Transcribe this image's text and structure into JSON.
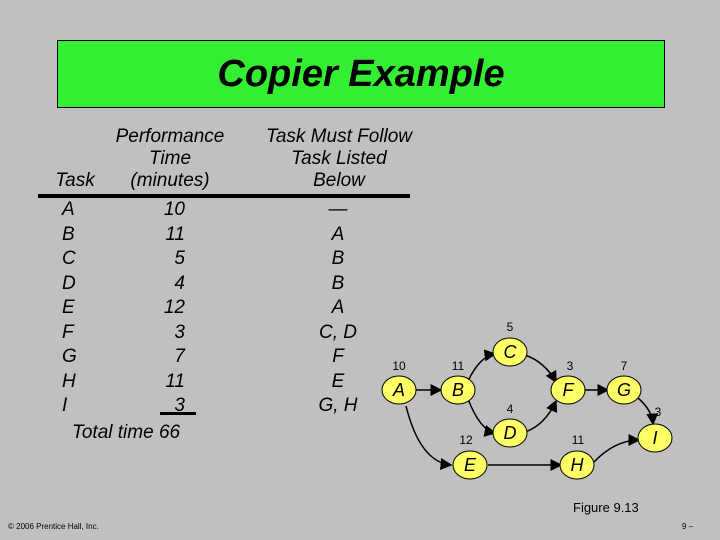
{
  "title": "Copier Example",
  "headers": {
    "task": "Task",
    "performance_line1": "Performance",
    "performance_line2": "Time",
    "performance_line3": "(minutes)",
    "follow_line1": "Task Must Follow",
    "follow_line2": "Task Listed",
    "follow_line3": "Below"
  },
  "rows": [
    {
      "task": "A",
      "time": "10",
      "follows": "—"
    },
    {
      "task": "B",
      "time": "11",
      "follows": "A"
    },
    {
      "task": "C",
      "time": "5",
      "follows": "B"
    },
    {
      "task": "D",
      "time": "4",
      "follows": "B"
    },
    {
      "task": "E",
      "time": "12",
      "follows": "A"
    },
    {
      "task": "F",
      "time": "3",
      "follows": "C, D"
    },
    {
      "task": "G",
      "time": "7",
      "follows": "F"
    },
    {
      "task": "H",
      "time": "11",
      "follows": "E"
    },
    {
      "task": "I",
      "time": "3",
      "follows": "G, H"
    }
  ],
  "total": "Total time 66",
  "diagram": {
    "nodes": [
      {
        "id": "A",
        "time": "10"
      },
      {
        "id": "B",
        "time": "11"
      },
      {
        "id": "C",
        "time": "5"
      },
      {
        "id": "D",
        "time": "4"
      },
      {
        "id": "E",
        "time": "12"
      },
      {
        "id": "F",
        "time": "3"
      },
      {
        "id": "G",
        "time": "7"
      },
      {
        "id": "H",
        "time": "11"
      },
      {
        "id": "I",
        "time": "3"
      }
    ],
    "edges": [
      [
        "A",
        "B"
      ],
      [
        "A",
        "E"
      ],
      [
        "B",
        "C"
      ],
      [
        "B",
        "D"
      ],
      [
        "C",
        "F"
      ],
      [
        "D",
        "F"
      ],
      [
        "F",
        "G"
      ],
      [
        "G",
        "I"
      ],
      [
        "E",
        "H"
      ],
      [
        "H",
        "I"
      ]
    ]
  },
  "figure_label": "Figure 9.13",
  "copyright": "© 2006 Prentice Hall, Inc.",
  "page_number": "9 –",
  "colors": {
    "title_bg": "#33ee33",
    "slide_bg": "#c0c0c0",
    "node_fill": "#ffff66"
  }
}
